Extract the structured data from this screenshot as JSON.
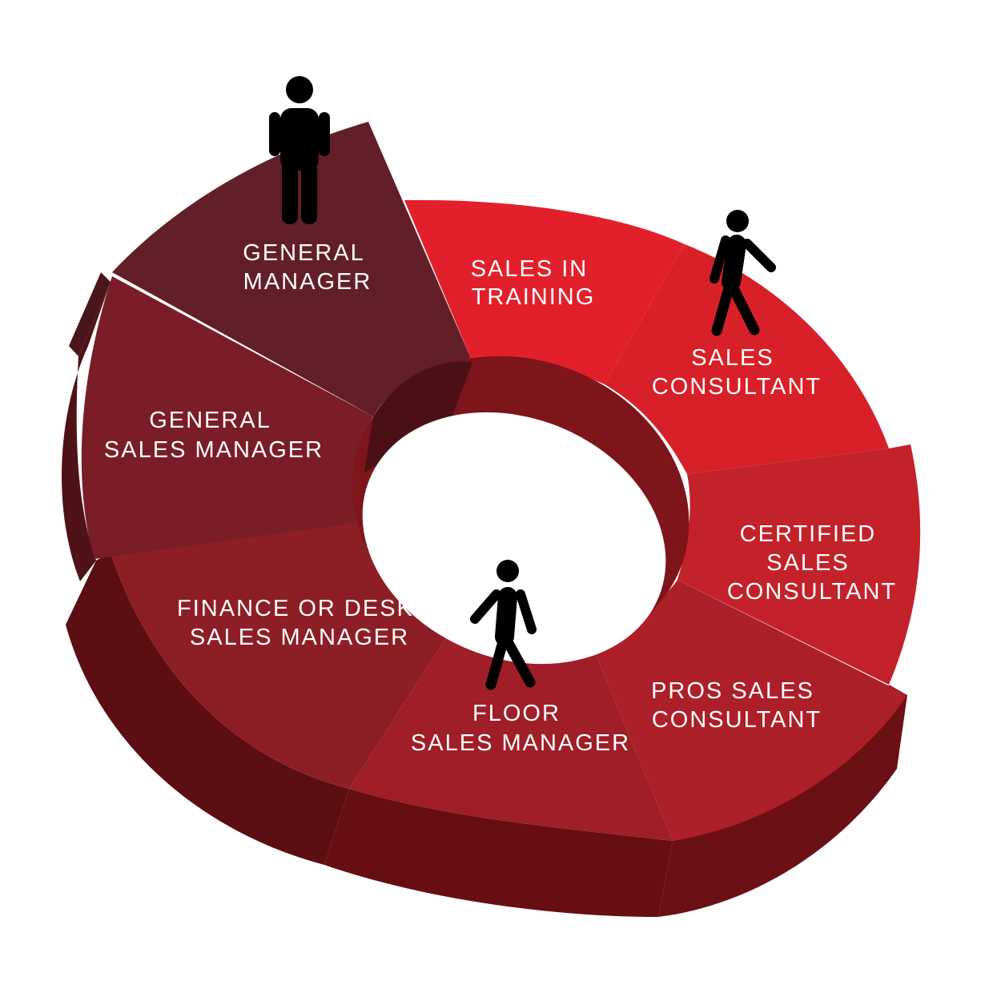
{
  "segments": [
    {
      "id": "general-manager",
      "lines": [
        "GENERAL",
        "MANAGER"
      ],
      "top_color": "#621f27",
      "side_color": "#4a161b"
    },
    {
      "id": "sales-in-training",
      "lines": [
        "SALES IN",
        "TRAINING"
      ],
      "top_color": "#e2202c",
      "side_color": "#8f1a1f"
    },
    {
      "id": "sales-consultant",
      "lines": [
        "SALES",
        "CONSULTANT"
      ],
      "top_color": "#d82029",
      "side_color": "#7e1418"
    },
    {
      "id": "certified-sales-consultant",
      "lines": [
        "CERTIFIED",
        "SALES",
        "CONSULTANT"
      ],
      "top_color": "#c3222a",
      "side_color": "#6e1015"
    },
    {
      "id": "pros-sales-consultant",
      "lines": [
        "PROS SALES",
        "CONSULTANT"
      ],
      "top_color": "#ad1f29",
      "side_color": "#6b1014"
    },
    {
      "id": "floor-sales-manager",
      "lines": [
        "FLOOR",
        "SALES MANAGER"
      ],
      "top_color": "#9f1e28",
      "side_color": "#660e12"
    },
    {
      "id": "finance-or-desk-sales-manager",
      "lines": [
        "FINANCE OR DESK",
        "SALES MANAGER"
      ],
      "top_color": "#8e1e26",
      "side_color": "#5c0e12"
    },
    {
      "id": "general-sales-manager",
      "lines": [
        "GENERAL",
        "SALES MANAGER"
      ],
      "top_color": "#7a1d27",
      "side_color": "#4f1217"
    }
  ],
  "figures": [
    {
      "id": "standing-figure-general-manager",
      "pose": "standing"
    },
    {
      "id": "walking-figure-sales-consultant",
      "pose": "walking"
    },
    {
      "id": "walking-figure-floor-sales-manager",
      "pose": "walking"
    }
  ],
  "colors": {
    "background": "#ffffff",
    "label_text": "#ffffff",
    "figure": "#000000",
    "hole_inner_wall": "#7d151a",
    "hole_inner_wall_dark": "#4b1015"
  }
}
